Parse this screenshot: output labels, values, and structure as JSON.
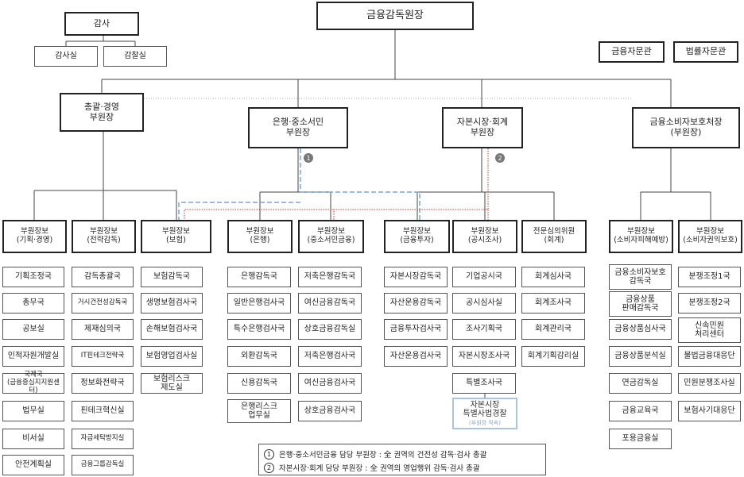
{
  "governor": "금융감독원장",
  "audit": {
    "title": "감사",
    "offices": [
      "감사실",
      "감찰실"
    ]
  },
  "advisors": [
    "금융자문관",
    "법률자문관"
  ],
  "deputy_governors": [
    "총괄·경영\n부원장",
    "은행·중소서민\n부원장",
    "자본시장·회계\n부원장",
    "금융소비자보호처장\n(부원장)"
  ],
  "assistant_governors": [
    {
      "title": "부원장보\n(기획·경영)",
      "units": [
        "기획조정국",
        "총무국",
        "공보실",
        "인적자원개발실",
        "국제국\n(금융중심지지원센터)",
        "법무실",
        "비서실",
        "안전계획실"
      ]
    },
    {
      "title": "부원장보\n(전략감독)",
      "units": [
        "감독총괄국",
        "거시건전성감독국",
        "제재심의국",
        "IT핀테크전략국",
        "정보화전략국",
        "핀테크혁신실",
        "자금세탁방지실",
        "금융그룹감독실"
      ]
    },
    {
      "title": "부원장보\n(보험)",
      "units": [
        "보험감독국",
        "생명보험검사국",
        "손해보험검사국",
        "보험영업검사실",
        "보험리스크\n제도실"
      ]
    },
    {
      "title": "부원장보\n(은행)",
      "units": [
        "은행감독국",
        "일반은행검사국",
        "특수은행검사국",
        "외환감독국",
        "신용감독국",
        "은행리스크\n업무실"
      ]
    },
    {
      "title": "부원장보\n(중소서민금융)",
      "units": [
        "저축은행감독국",
        "여신금융감독국",
        "상호금융감독실",
        "저축은행검사국",
        "여신금융검사국",
        "상호금융검사국"
      ]
    },
    {
      "title": "부원장보\n(금융투자)",
      "units": [
        "자본시장감독국",
        "자산운용감독국",
        "금융투자검사국",
        "자산운용검사국"
      ]
    },
    {
      "title": "부원장보\n(공시조사)",
      "units": [
        "기업공시국",
        "공시심사실",
        "조사기획국",
        "자본시장조사국",
        "특별조사국"
      ]
    },
    {
      "title": "전문심의위원\n(회계)",
      "units": [
        "회계심사국",
        "회계조사국",
        "회계관리국",
        "회계기획감리실"
      ]
    },
    {
      "title": "부원장보\n(소비자피해예방)",
      "units": [
        "금융소비자보호\n감독국",
        "금융상품\n판매감독국",
        "금융상품심사국",
        "금융상품분석실",
        "연금감독실",
        "금융교육국",
        "포용금융실"
      ]
    },
    {
      "title": "부원장보\n(소비자권익보호)",
      "units": [
        "분쟁조정1국",
        "분쟁조정2국",
        "신속민원\n처리센터",
        "불법금융대응단",
        "민원분쟁조사실",
        "보험사기대응단"
      ]
    }
  ],
  "special_unit": {
    "title": "자본시장\n특별사법경찰",
    "note": "(부원장 직속)"
  },
  "badges": [
    "1",
    "2"
  ],
  "legend": [
    {
      "num": "1",
      "text": "은행·중소서민금융 담당 부원장 : 全 권역의 건전성 감독·검사 총괄"
    },
    {
      "num": "2",
      "text": "자본시장·회계 담당 부원장 : 全 권역의 영업행위 감독·검사 총괄"
    }
  ],
  "colors": {
    "dashed_blue": "#7aa6d8",
    "dotted_red": "#c0392b",
    "dotted_gray": "#aaaaaa",
    "highlight_border": "#a9c4dc"
  }
}
